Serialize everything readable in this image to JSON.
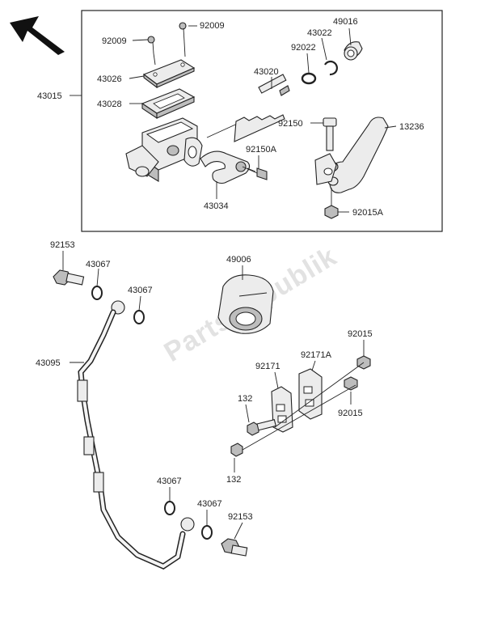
{
  "parts": {
    "p43015": "43015",
    "p92009a": "92009",
    "p92009b": "92009",
    "p43026": "43026",
    "p43028": "43028",
    "p43020": "43020",
    "p92022": "92022",
    "p43022": "43022",
    "p49016": "49016",
    "p92150": "92150",
    "p13236": "13236",
    "p92150A": "92150A",
    "p43034": "43034",
    "p92015A": "92015A",
    "p92153a": "92153",
    "p43067a": "43067",
    "p43067b": "43067",
    "p49006": "49006",
    "p43095": "43095",
    "p92015a": "92015",
    "p92171": "92171",
    "p92171A": "92171A",
    "p132a": "132",
    "p92015b": "92015",
    "p132b": "132",
    "p43067c": "43067",
    "p43067d": "43067",
    "p92153b": "92153"
  },
  "watermark": "PartsRepublik",
  "icons": {
    "direction": "front-direction-arrow-icon"
  }
}
